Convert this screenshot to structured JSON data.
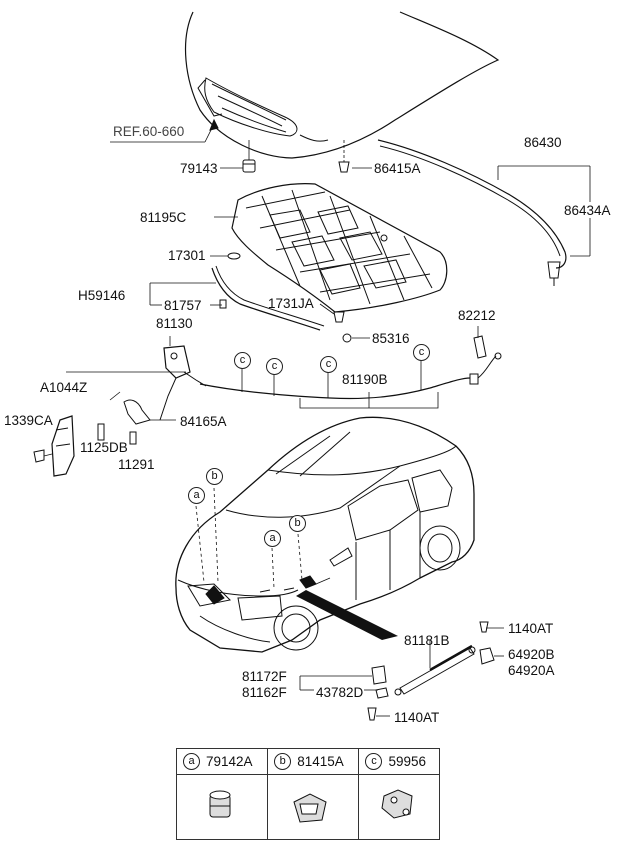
{
  "diagram": {
    "parts": {
      "ref": "REF.60-660",
      "p79143": "79143",
      "p86415A": "86415A",
      "p86430": "86430",
      "p86434A": "86434A",
      "p81195C": "81195C",
      "p17301": "17301",
      "pH59146": "H59146",
      "p81757": "81757",
      "p1731JA": "1731JA",
      "p81130": "81130",
      "p82212": "82212",
      "p85316": "85316",
      "p81190B": "81190B",
      "pA1044Z": "A1044Z",
      "p1339CA": "1339CA",
      "p84165A": "84165A",
      "p1125DB": "1125DB",
      "p11291": "11291",
      "p81181B": "81181B",
      "p1140AT_top": "1140AT",
      "p64920B": "64920B",
      "p64920A": "64920A",
      "p81172F": "81172F",
      "p81162F": "81162F",
      "p43782D": "43782D",
      "p1140AT_bottom": "1140AT"
    },
    "callouts": {
      "a": "a",
      "b": "b",
      "c": "c"
    },
    "legend": [
      {
        "letter": "a",
        "part": "79142A",
        "icon": "grommet-icon"
      },
      {
        "letter": "b",
        "part": "81415A",
        "icon": "clip-icon"
      },
      {
        "letter": "c",
        "part": "59956",
        "icon": "bracket-clip-icon"
      }
    ]
  }
}
